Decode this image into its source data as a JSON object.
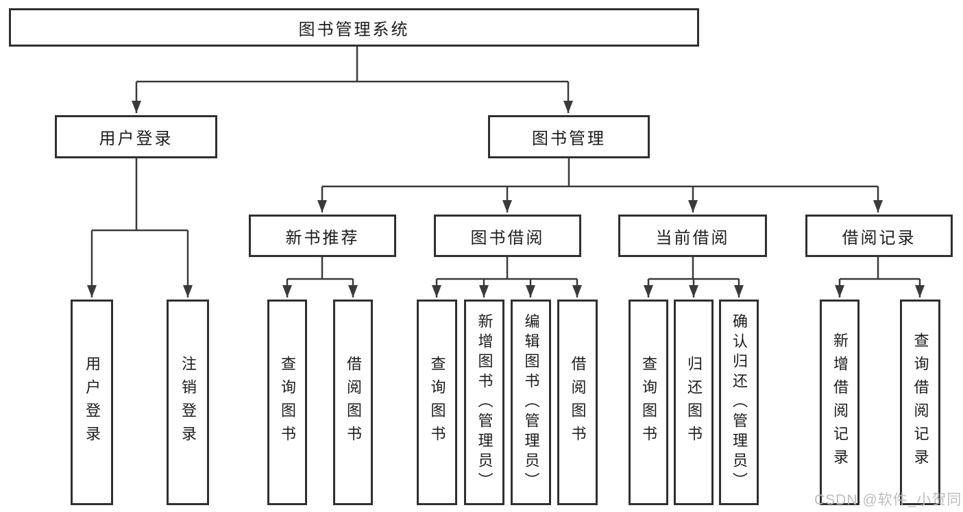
{
  "tree": {
    "root": {
      "label": "图书管理系统"
    },
    "branches": [
      {
        "label": "用户登录",
        "children": [
          {
            "label": "用户登录"
          },
          {
            "label": "注销登录"
          }
        ]
      },
      {
        "label": "图书管理",
        "groups": [
          {
            "label": "新书推荐",
            "children": [
              {
                "label": "查询图书"
              },
              {
                "label": "借阅图书"
              }
            ]
          },
          {
            "label": "图书借阅",
            "children": [
              {
                "label": "查询图书"
              },
              {
                "label": "新增图书（管理员）"
              },
              {
                "label": "编辑图书（管理员）"
              },
              {
                "label": "借阅图书"
              }
            ]
          },
          {
            "label": "当前借阅",
            "children": [
              {
                "label": "查询图书"
              },
              {
                "label": "归还图书"
              },
              {
                "label": "确认归还（管理员）"
              }
            ]
          },
          {
            "label": "借阅记录",
            "children": [
              {
                "label": "新增借阅记录"
              },
              {
                "label": "查询借阅记录"
              }
            ]
          }
        ]
      }
    ]
  },
  "watermark": {
    "text": "CSDN @软件_小贺同学"
  },
  "colors": {
    "line": "#3a3a3a",
    "box_border": "#2f2f2f",
    "text": "#1c1c1c",
    "watermark": "#bdbdbd",
    "background": "#ffffff"
  }
}
